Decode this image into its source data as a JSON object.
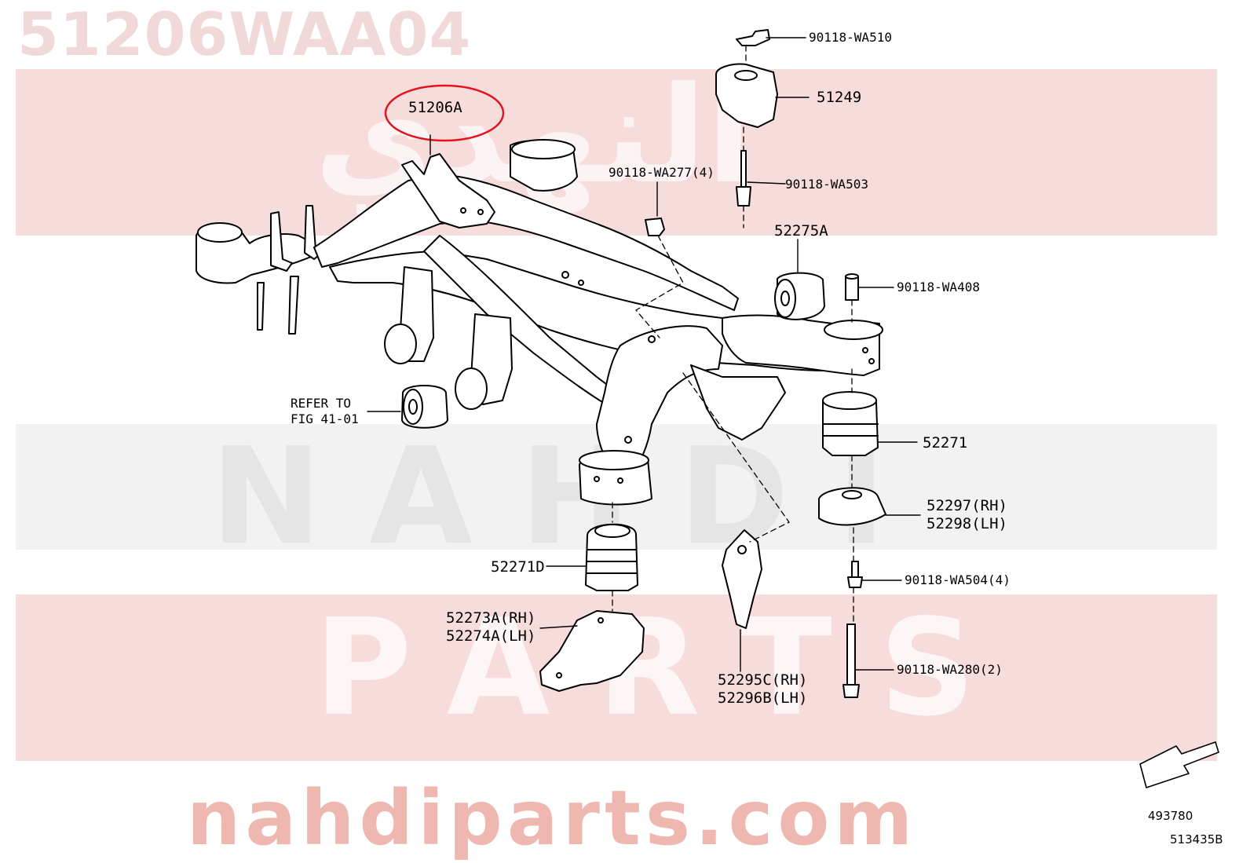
{
  "header": {
    "part_number": "51206WAA04"
  },
  "watermark": {
    "arabic": "النهدي",
    "line1": "NAHDI",
    "line2": "PARTS",
    "url": "nahdiparts.com",
    "band_color": "#f7dcdc"
  },
  "labels": {
    "l_51206A": "51206A",
    "l_90118_WA510": "90118-WA510",
    "l_51249": "51249",
    "l_90118_WA277": "90118-WA277(4)",
    "l_90118_WA503": "90118-WA503",
    "l_52275A": "52275A",
    "l_90118_WA408": "90118-WA408",
    "l_refer1": "REFER TO",
    "l_refer2": "FIG 41-01",
    "l_52271": "52271",
    "l_52297": "52297(RH)",
    "l_52298": "52298(LH)",
    "l_52271D": "52271D",
    "l_90118_WA504": "90118-WA504(4)",
    "l_52273A": "52273A(RH)",
    "l_52274A": "52274A(LH)",
    "l_52295C": "52295C(RH)",
    "l_52296B": "52296B(LH)",
    "l_90118_WA280": "90118-WA280(2)"
  },
  "footer": {
    "ref1": "493780",
    "ref2": "513435B"
  },
  "colors": {
    "highlight_circle": "#e0141e",
    "line": "#000000"
  }
}
